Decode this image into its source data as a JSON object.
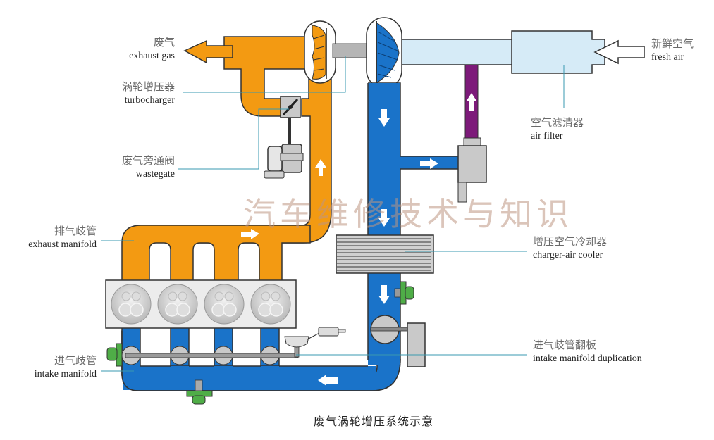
{
  "colors": {
    "exhaust": "#f39a12",
    "intake": "#1a73c9",
    "fresh_air": "#d6ebf7",
    "vacuum_line": "#7d1a7a",
    "component_gray": "#c9c9c9",
    "sensor_green": "#4fad47",
    "leader_line": "#3a9ab0",
    "outline": "#333333"
  },
  "labels": {
    "exhaust_gas": {
      "zh": "废气",
      "en": "exhaust gas"
    },
    "turbocharger": {
      "zh": "涡轮增压器",
      "en": "turbocharger"
    },
    "wastegate": {
      "zh": "废气旁通阀",
      "en": "wastegate"
    },
    "exhaust_manifold": {
      "zh": "排气歧管",
      "en": "exhaust manifold"
    },
    "intake_manifold": {
      "zh": "进气歧管",
      "en": "intake manifold"
    },
    "fresh_air": {
      "zh": "新鲜空气",
      "en": "fresh air"
    },
    "air_filter": {
      "zh": "空气滤清器",
      "en": "air filter"
    },
    "charger_air_cooler": {
      "zh": "增压空气冷却器",
      "en": "charger-air cooler"
    },
    "intake_manifold_flap": {
      "zh": "进气歧管翻板",
      "en": "intake manifold duplication"
    }
  },
  "watermark": "汽车维修技术与知识",
  "caption": "废气涡轮增压系统示意",
  "engine": {
    "cylinders": 4
  }
}
